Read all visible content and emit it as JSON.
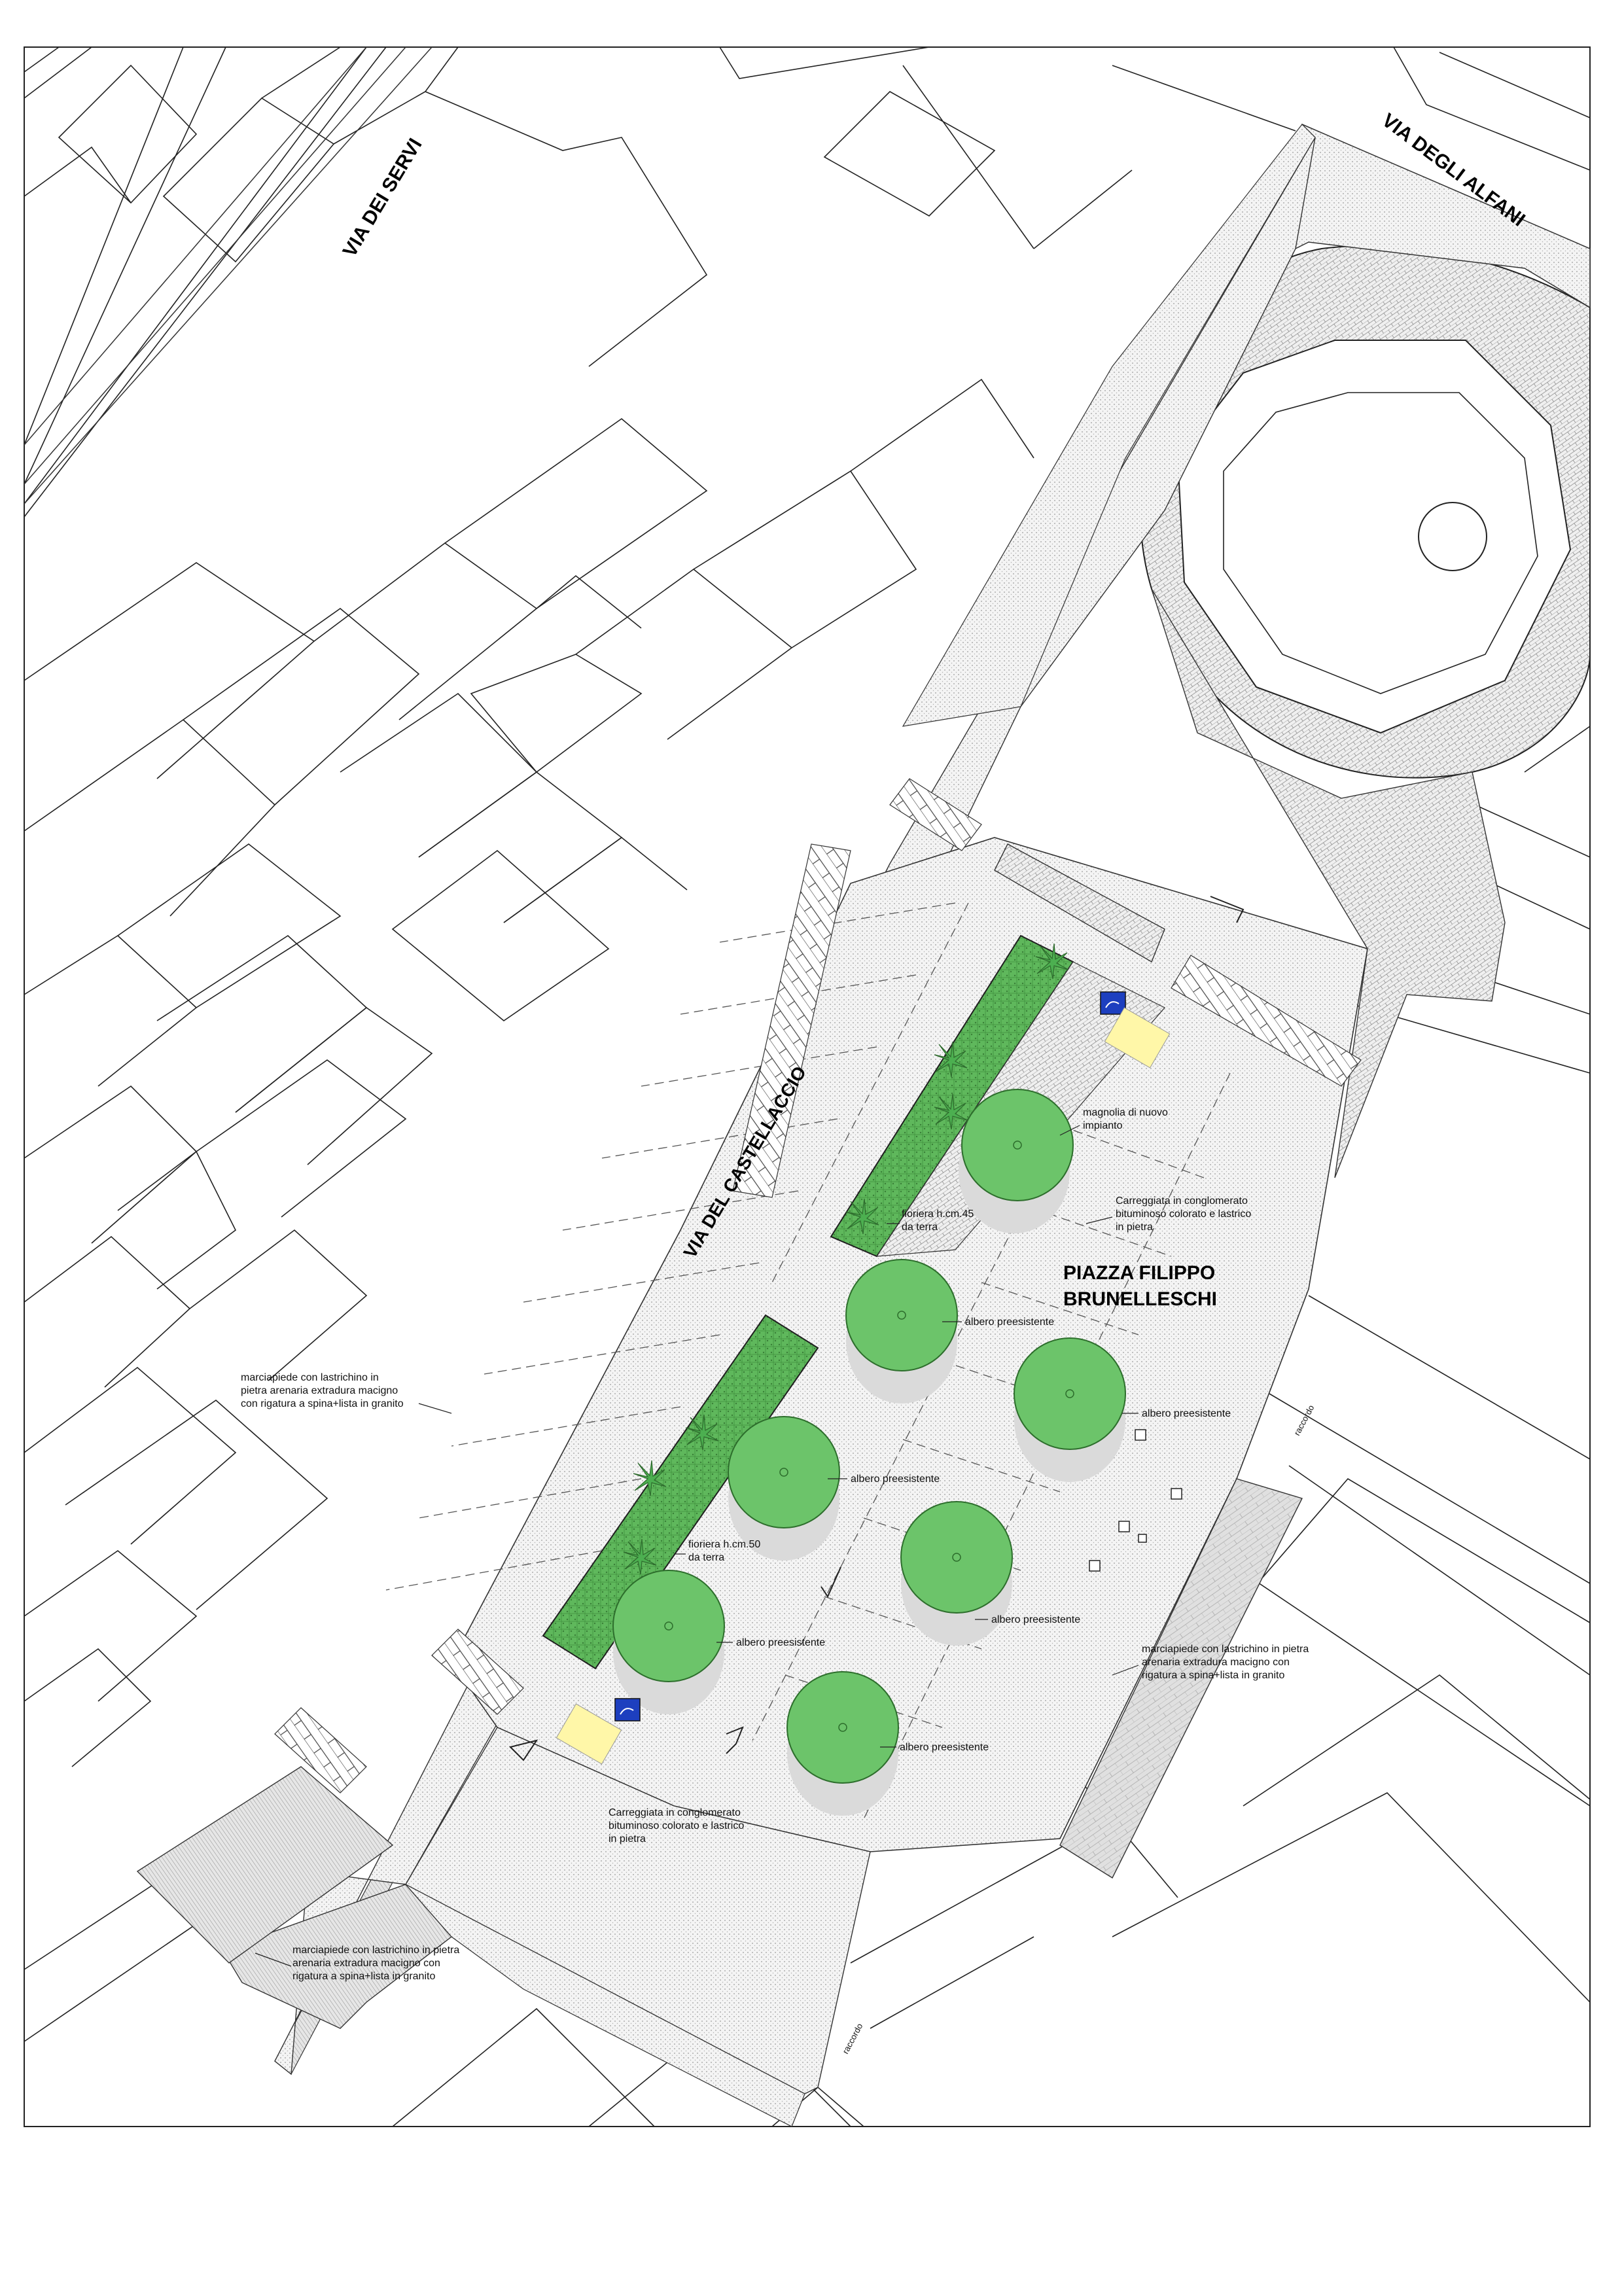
{
  "streets": {
    "via_dei_servi": "VIA DEI SERVI",
    "via_degli_alfani": "VIA DEGLI ALFANI",
    "via_del_castellaccio": "VIA DEL CASTELLACCIO"
  },
  "piazza": {
    "line1": "PIAZZA FILIPPO",
    "line2": "BRUNELLESCHI"
  },
  "annotations": {
    "magnolia": [
      "magnolia di nuovo",
      "impianto"
    ],
    "carreggiata_top": [
      "Carreggiata in conglomerato",
      "bituminoso colorato e lastrico",
      "in pietra"
    ],
    "fioriera_45": [
      "fioriera h.cm.45",
      "da terra"
    ],
    "fioriera_50": [
      "fioriera h.cm.50",
      "da terra"
    ],
    "albero_1": "albero preesistente",
    "albero_2": "albero preesistente",
    "albero_3": "albero preesistente",
    "albero_4": "albero preesistente",
    "albero_5": "albero preesistente",
    "albero_6": "albero preesistente",
    "marciapiede_left": [
      "marciapiede con lastrichino in",
      "pietra arenaria extradura macigno",
      "con rigatura a spina+lista in granito"
    ],
    "marciapiede_right": [
      "marciapiede con lastrichino in pietra",
      "arenaria extradura macigno con",
      "rigatura a spina+lista in granito"
    ],
    "marciapiede_bottom": [
      "marciapiede con lastrichino in pietra",
      "arenaria extradura macigno con",
      "rigatura a spina+lista in granito"
    ],
    "carreggiata_bottom": [
      "Carreggiata in conglomerato",
      "bituminoso colorato e lastrico",
      "in pietra"
    ],
    "rampa_top": "raccordo",
    "rampa_bottom": "raccordo"
  },
  "colors": {
    "tree": "#6cc46a",
    "tree_dark": "#3d8f3c",
    "planter": "#62b85f",
    "disabled_parking": "#1d3fbf",
    "road": "#eeeeee",
    "sidewalk": "#dddddd",
    "line": "#333333"
  }
}
